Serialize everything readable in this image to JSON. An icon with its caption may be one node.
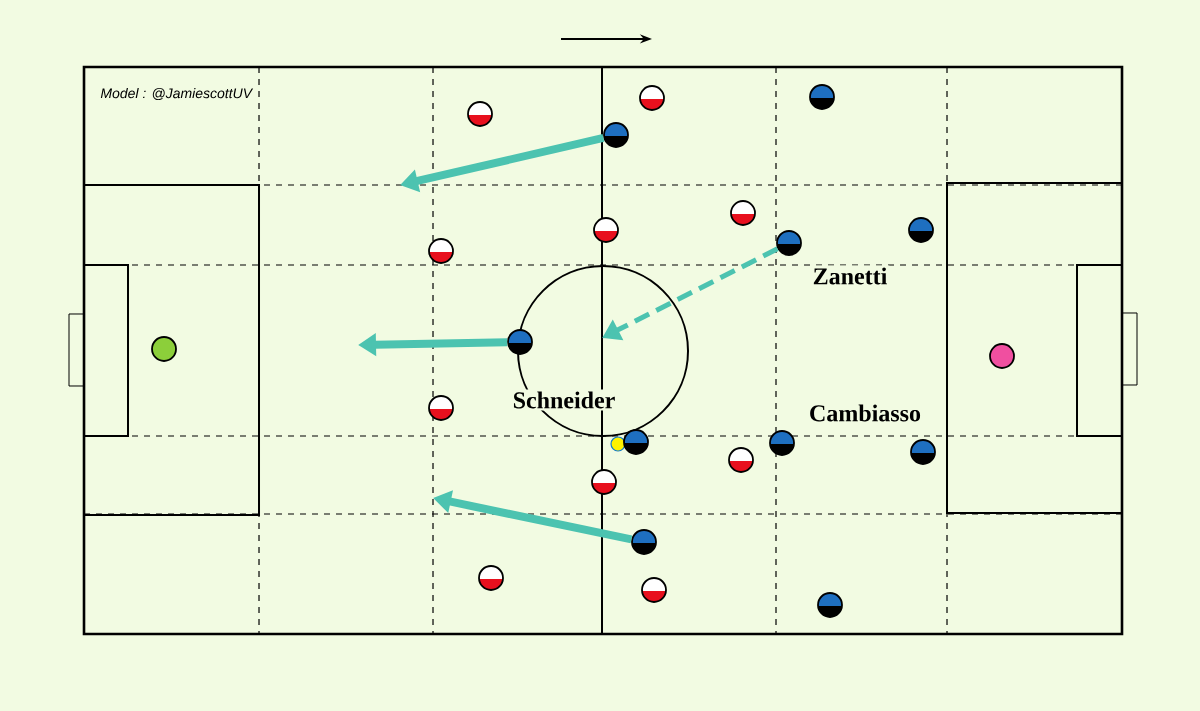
{
  "diagram": {
    "nodes": [
      {
        "text": [],
        "shape": "circle"
      },
      {
        "text": [],
        "shape": "circle"
      },
      {
        "text": [],
        "shape": "circle"
      },
      {
        "text": [],
        "shape": "circle"
      },
      {
        "text": [],
        "shape": "circle"
      },
      {
        "text": [],
        "shape": "circle"
      },
      {
        "text": [],
        "shape": "circle"
      },
      {
        "text": [],
        "shape": "circle",
        "beside": [
          "Zanetti"
        ]
      },
      {
        "text": [],
        "shape": "circle"
      },
      {
        "text": [],
        "shape": "circle",
        "beside": [
          "Schneider"
        ]
      },
      {
        "text": [],
        "shape": "circle"
      },
      {
        "text": [],
        "shape": "circle"
      },
      {
        "text": [],
        "shape": "circle"
      },
      {
        "text": [],
        "shape": "circle"
      },
      {
        "text": [],
        "shape": "circle",
        "beside": [
          "Cambiasso"
        ]
      },
      {
        "text": [],
        "shape": "circle"
      },
      {
        "text": [],
        "shape": "circle"
      },
      {
        "text": [],
        "shape": "circle"
      },
      {
        "text": [],
        "shape": "circle"
      },
      {
        "text": [],
        "shape": "circle"
      },
      {
        "text": [],
        "shape": "circle"
      },
      {
        "text": [],
        "shape": "circle"
      }
    ],
    "edges": [
      {
        "from": 3,
        "to": null,
        "arrow": "to"
      },
      {
        "from": 9,
        "to": null,
        "arrow": "to"
      },
      {
        "from": 18,
        "to": null,
        "arrow": "to"
      },
      {
        "from": 7,
        "to": null,
        "arrow": "to",
        "style": "dashed"
      }
    ],
    "labels": [
      "Model : @JamiescottUV"
    ]
  }
}
